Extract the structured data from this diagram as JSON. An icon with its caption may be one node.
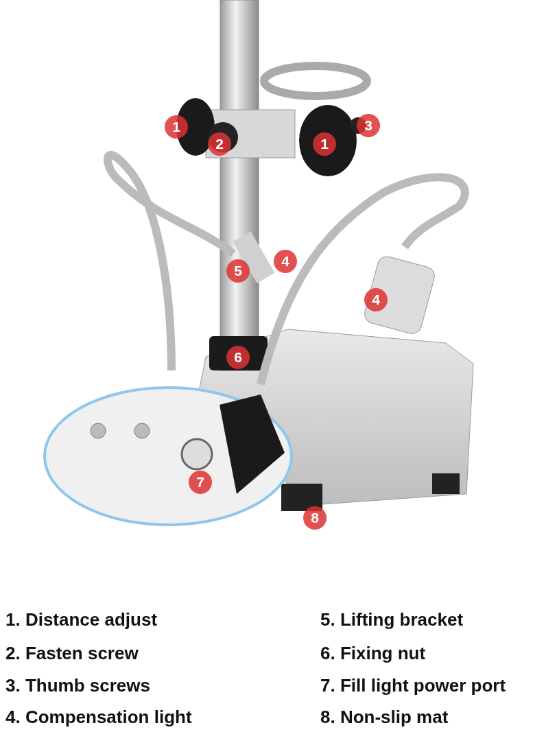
{
  "diagram": {
    "labels": [
      "1",
      "3",
      "2",
      "1",
      "4",
      "5",
      "4",
      "6",
      "7",
      "8",
      "1. Distance adjust",
      "5. Lifting bracket",
      "2. Fasten screw",
      "6. Fixing nut",
      "3. Thumb screws",
      "7. Fill light power port",
      "4. Compensation light",
      "8. Non-slip mat"
    ]
  }
}
